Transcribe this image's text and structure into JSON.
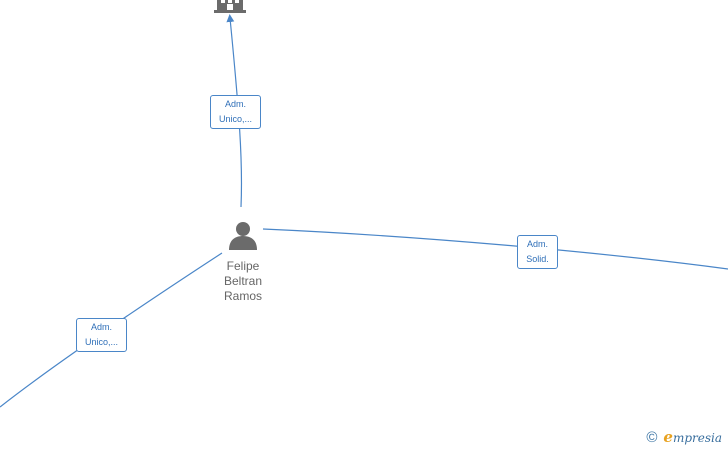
{
  "diagram": {
    "person": {
      "name_line1": "Felipe",
      "name_line2": "Beltran",
      "name_line3": "Ramos",
      "icon": "person-icon"
    },
    "company_node": {
      "icon": "building-icon"
    },
    "edges": [
      {
        "label_line1": "Adm.",
        "label_line2": "Unico,..."
      },
      {
        "label_line1": "Adm.",
        "label_line2": "Solid."
      },
      {
        "label_line1": "Adm.",
        "label_line2": "Unico,..."
      }
    ]
  },
  "watermark": {
    "symbol": "©",
    "brand_first": "e",
    "brand_rest": "mpresia"
  },
  "colors": {
    "edge": "#4a86c8",
    "label_text": "#2f6fb8",
    "node_icon": "#6b6b6b",
    "person_text": "#666666",
    "brand_accent": "#e8a220"
  }
}
